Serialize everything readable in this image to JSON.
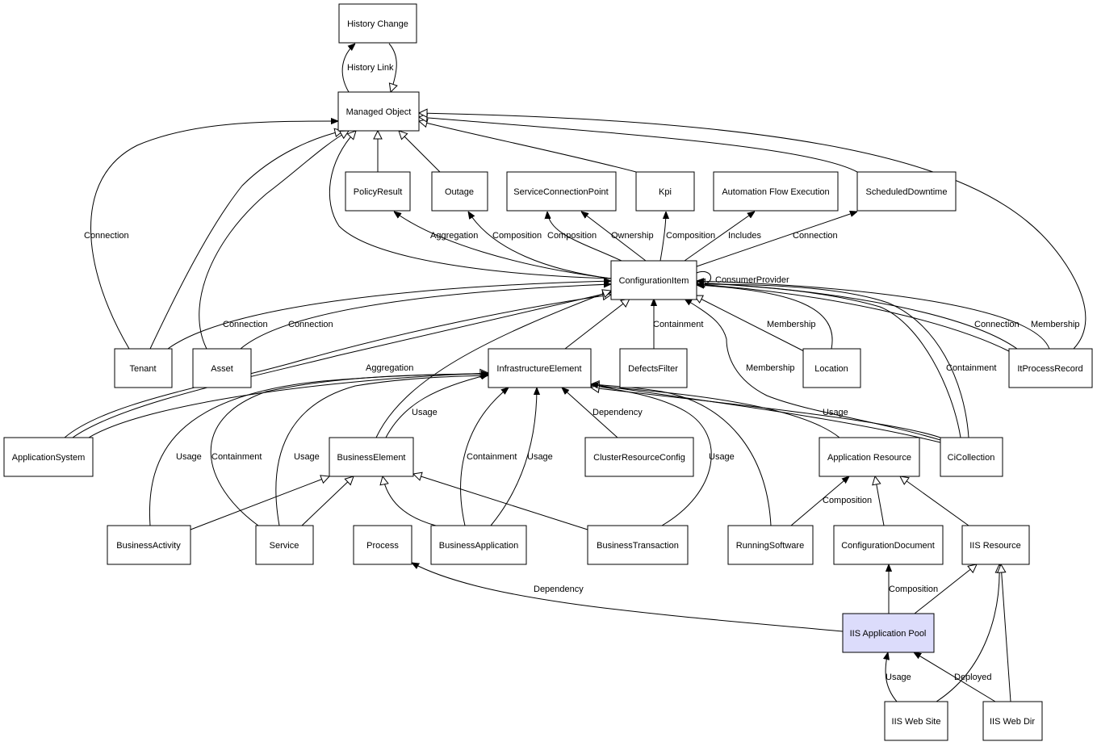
{
  "nodes": [
    {
      "id": "history_change",
      "label": "History Change"
    },
    {
      "id": "managed_object",
      "label": "Managed Object"
    },
    {
      "id": "policy_result",
      "label": "PolicyResult"
    },
    {
      "id": "outage",
      "label": "Outage"
    },
    {
      "id": "service_connection_point",
      "label": "ServiceConnectionPoint"
    },
    {
      "id": "kpi",
      "label": "Kpi"
    },
    {
      "id": "automation_flow_execution",
      "label": "Automation Flow Execution"
    },
    {
      "id": "scheduled_downtime",
      "label": "ScheduledDowntime"
    },
    {
      "id": "configuration_item",
      "label": "ConfigurationItem"
    },
    {
      "id": "tenant",
      "label": "Tenant"
    },
    {
      "id": "asset",
      "label": "Asset"
    },
    {
      "id": "infrastructure_element",
      "label": "InfrastructureElement"
    },
    {
      "id": "defects_filter",
      "label": "DefectsFilter"
    },
    {
      "id": "location",
      "label": "Location"
    },
    {
      "id": "it_process_record",
      "label": "ItProcessRecord"
    },
    {
      "id": "application_system",
      "label": "ApplicationSystem"
    },
    {
      "id": "business_element",
      "label": "BusinessElement"
    },
    {
      "id": "cluster_resource_config",
      "label": "ClusterResourceConfig"
    },
    {
      "id": "application_resource",
      "label": "Application Resource"
    },
    {
      "id": "ci_collection",
      "label": "CiCollection"
    },
    {
      "id": "business_activity",
      "label": "BusinessActivity"
    },
    {
      "id": "service",
      "label": "Service"
    },
    {
      "id": "process",
      "label": "Process"
    },
    {
      "id": "business_application",
      "label": "BusinessApplication"
    },
    {
      "id": "business_transaction",
      "label": "BusinessTransaction"
    },
    {
      "id": "running_software",
      "label": "RunningSoftware"
    },
    {
      "id": "configuration_document",
      "label": "ConfigurationDocument"
    },
    {
      "id": "iis_resource",
      "label": "IIS Resource"
    },
    {
      "id": "iis_application_pool",
      "label": "IIS Application Pool",
      "highlighted": true
    },
    {
      "id": "iis_web_site",
      "label": "IIS Web Site"
    },
    {
      "id": "iis_web_dir",
      "label": "IIS Web Dir"
    }
  ],
  "edge_labels": {
    "history_link": "History Link",
    "connection_tenant": "Connection",
    "connection_tenant_ci": "Connection",
    "connection_asset_ci": "Connection",
    "aggregation_policy": "Aggregation",
    "composition_outage": "Composition",
    "composition_scp": "Composition",
    "ownership_scp": "Ownership",
    "composition_kpi": "Composition",
    "includes_afe": "Includes",
    "connection_sched": "Connection",
    "consumer_provider": "ConsumerProvider",
    "containment_defects": "Containment",
    "membership_location": "Membership",
    "membership_cicoll": "Membership",
    "containment_cicoll": "Containment",
    "connection_itpr": "Connection",
    "membership_itpr": "Membership",
    "aggregation_appsys": "Aggregation",
    "usage_busel": "Usage",
    "dependency_cluster": "Dependency",
    "usage_cicoll": "Usage",
    "usage_busact": "Usage",
    "containment_service": "Containment",
    "usage_service": "Usage",
    "containment_busapp": "Containment",
    "usage_busapp": "Usage",
    "usage_bustrans": "Usage",
    "composition_running": "Composition",
    "dependency_process": "Dependency",
    "composition_confdoc": "Composition",
    "usage_website": "Usage",
    "deployed_webdir": "Deployed"
  }
}
